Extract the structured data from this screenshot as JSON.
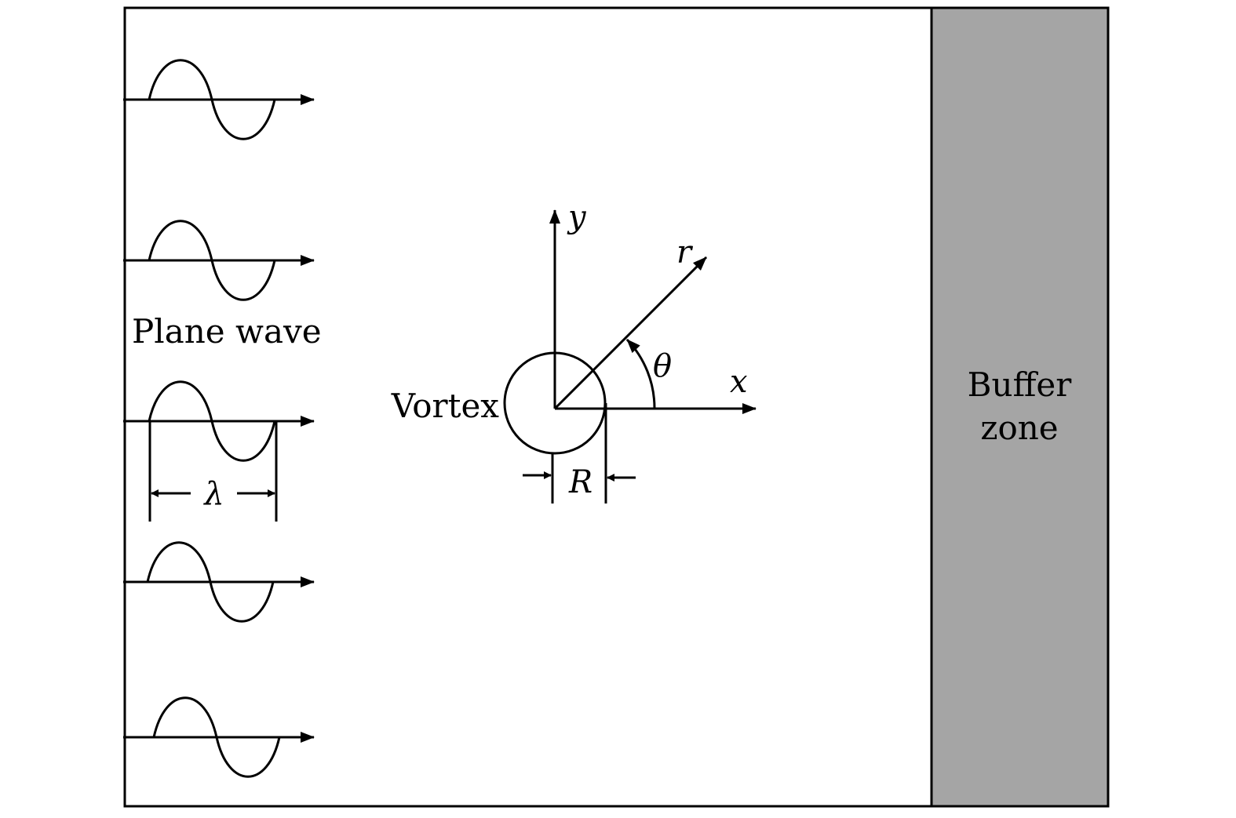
{
  "colors": {
    "stroke": "#000000",
    "background": "#ffffff",
    "buffer_fill": "#a5a5a5"
  },
  "labels": {
    "plane_wave": "Plane wave",
    "vortex": "Vortex",
    "buffer_line1": "Buffer",
    "buffer_line2": "zone",
    "axis_x": "x",
    "axis_y": "y",
    "axis_r": "r",
    "angle_theta": "θ",
    "radius": "R",
    "wavelength": "λ"
  },
  "waves": {
    "count": 5
  },
  "icons": {
    "wave": "sine-wave-icon",
    "arrow": "arrowhead-icon"
  }
}
